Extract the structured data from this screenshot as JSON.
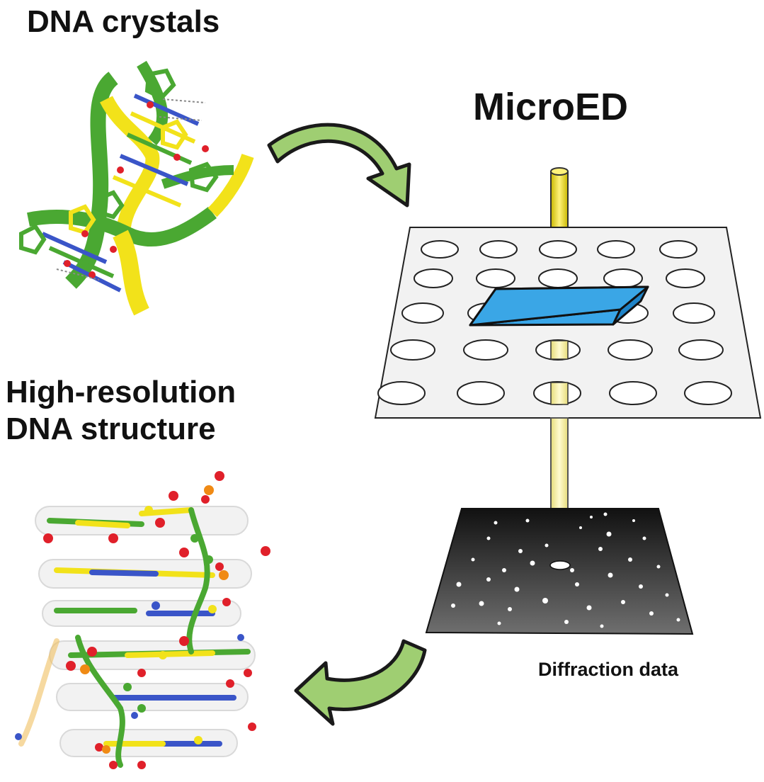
{
  "labels": {
    "dna_crystals": "DNA crystals",
    "microed": "MicroED",
    "high_res_line1": "High-resolution",
    "high_res_line2": "DNA structure",
    "diffraction_data": "Diffraction data"
  },
  "colors": {
    "arrow_fill": "#9fce72",
    "arrow_stroke": "#1a1a1a",
    "grid_fill": "#f2f2f2",
    "crystal_fill": "#39a6e8",
    "beam_fill": "#f3e41a",
    "dna_green": "#4aa832",
    "dna_yellow": "#f2e21a",
    "atom_red": "#e0202a",
    "atom_blue": "#3a55c8",
    "atom_orange": "#f08a14",
    "detector_dark": "#1a1a1a"
  },
  "icons": {
    "arrow_top": "curved-arrow-icon",
    "arrow_bottom": "curved-arrow-icon"
  }
}
